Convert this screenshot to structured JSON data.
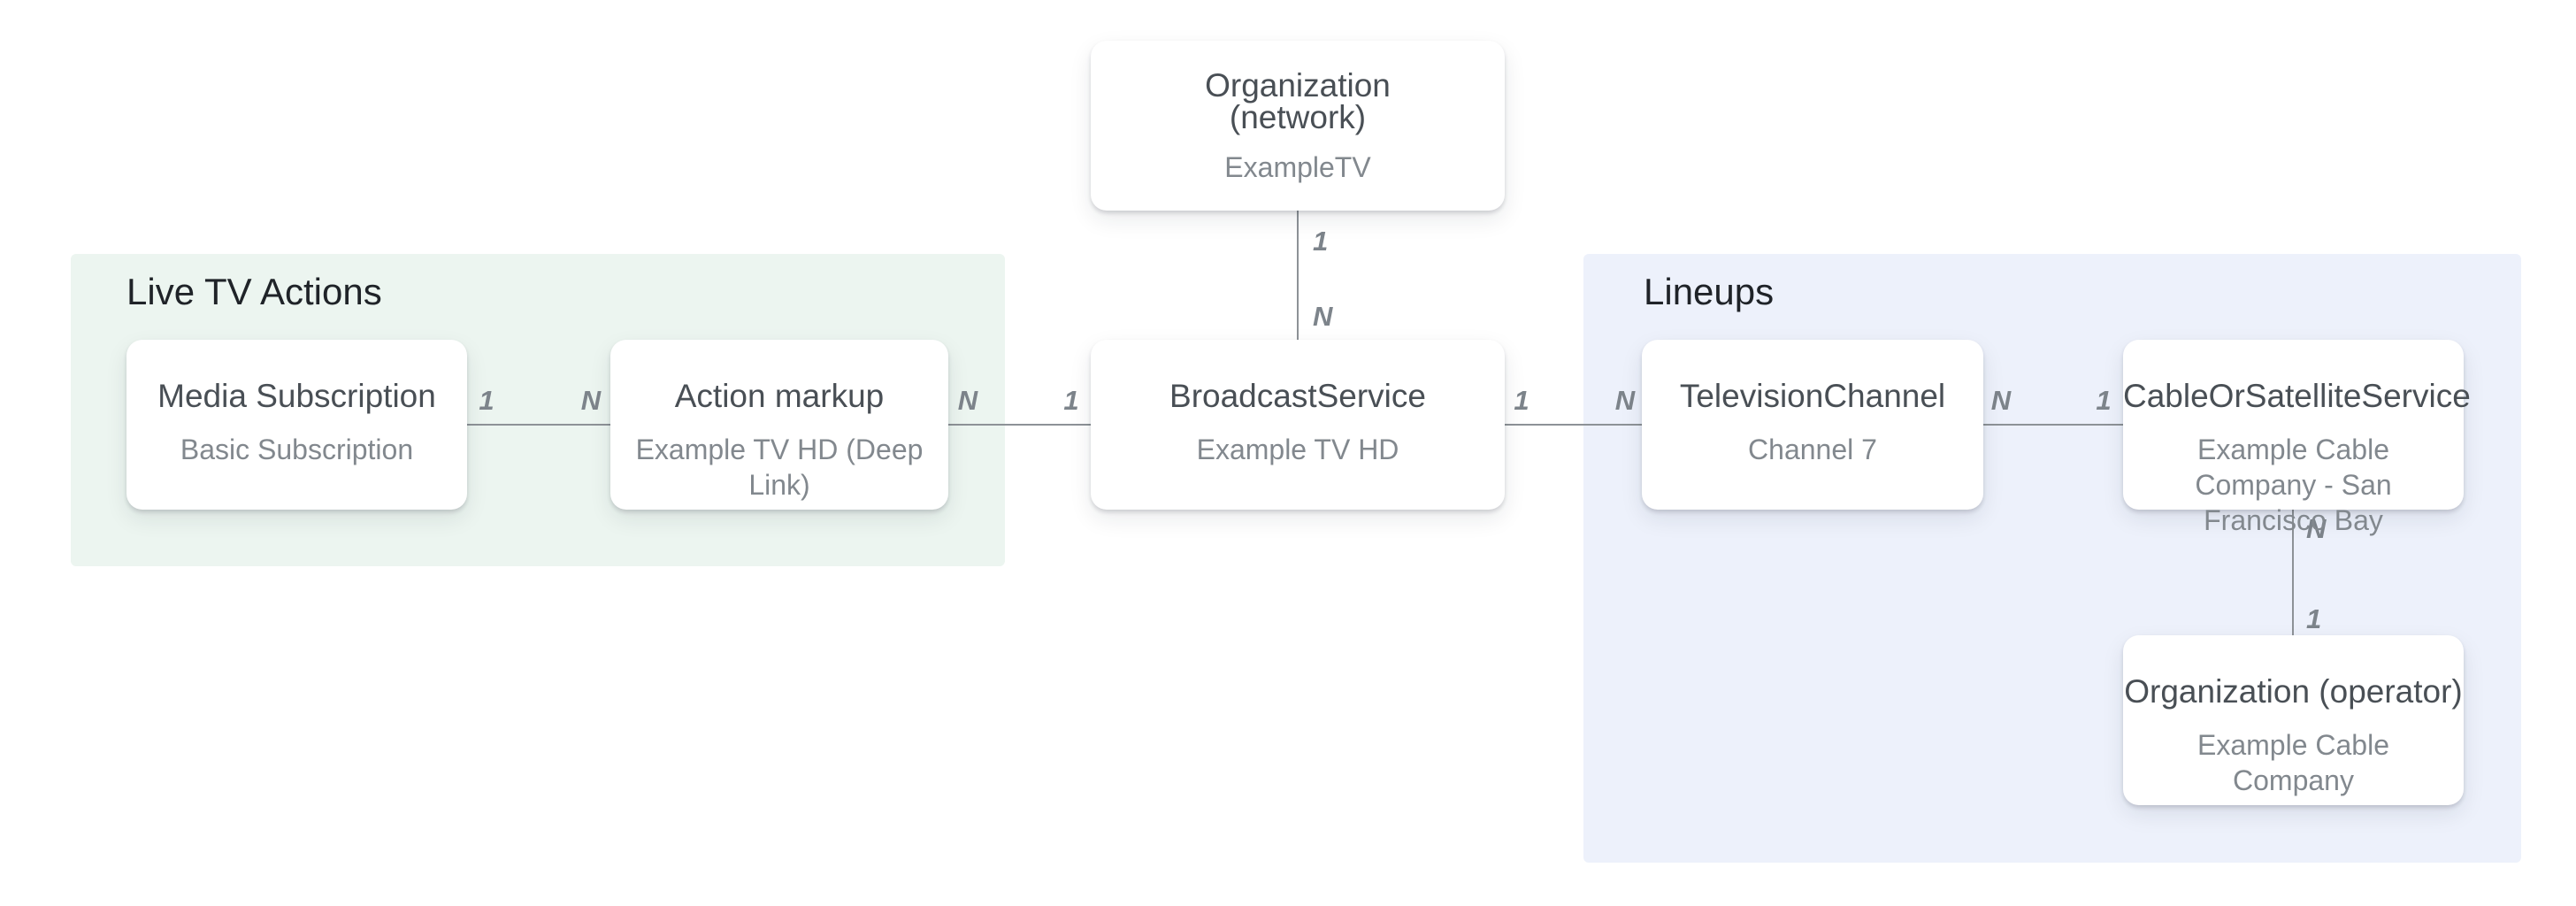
{
  "diagram": {
    "regions": {
      "live_tv_actions": {
        "label": "Live TV Actions",
        "bg_color": "#ecf5f0"
      },
      "lineups": {
        "label": "Lineups",
        "bg_color": "#edf1fb"
      }
    },
    "nodes": {
      "organization_network": {
        "title_lines": [
          "Organization",
          "(network)"
        ],
        "subtitle": "ExampleTV"
      },
      "media_subscription": {
        "title": "Media Subscription",
        "subtitle": "Basic Subscription"
      },
      "action_markup": {
        "title": "Action markup",
        "subtitle": "Example TV HD (Deep Link)"
      },
      "broadcast_service": {
        "title": "BroadcastService",
        "subtitle": "Example TV HD"
      },
      "television_channel": {
        "title": "TelevisionChannel",
        "subtitle": "Channel 7"
      },
      "cable_or_satellite_service": {
        "title": "CableOrSatelliteService",
        "subtitle": "Example Cable Company - San Francisco Bay"
      },
      "organization_operator": {
        "title": "Organization (operator)",
        "subtitle": "Example Cable Company"
      }
    },
    "connectors": {
      "media_to_action": {
        "start_label": "1",
        "end_label": "N"
      },
      "action_to_broadcast": {
        "start_label": "N",
        "end_label": "1"
      },
      "network_to_broadcast": {
        "start_label": "1",
        "end_label": "N"
      },
      "broadcast_to_channel": {
        "start_label": "1",
        "end_label": "N"
      },
      "channel_to_cable": {
        "start_label": "N",
        "end_label": "1"
      },
      "cable_to_operator": {
        "start_label": "N",
        "end_label": "1"
      }
    },
    "colors": {
      "node_bg": "#ffffff",
      "title_text": "#494f55",
      "subtitle_text": "#82888e",
      "section_label_text": "#1f2328",
      "connector_line": "#8d9297",
      "connector_label": "#7d848b",
      "live_region_bg": "#ecf5f0",
      "lineups_region_bg": "#edf1fb"
    }
  }
}
